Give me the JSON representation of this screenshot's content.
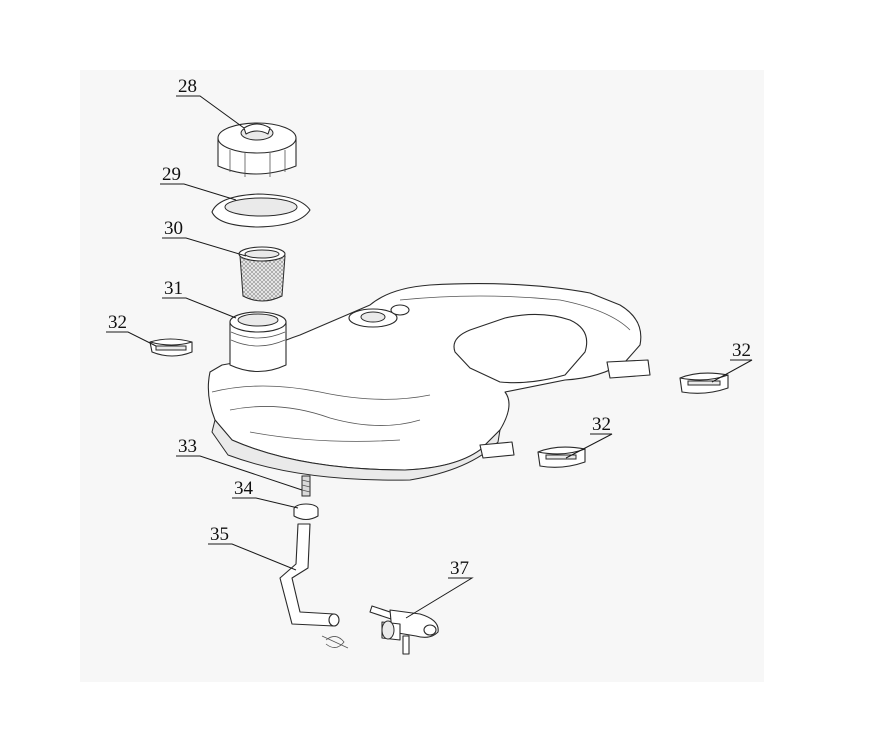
{
  "callouts": {
    "c28": "28",
    "c29": "29",
    "c30": "30",
    "c31": "31",
    "c32a": "32",
    "c32b": "32",
    "c32c": "32",
    "c33": "33",
    "c34": "34",
    "c35": "35",
    "c37": "37"
  }
}
